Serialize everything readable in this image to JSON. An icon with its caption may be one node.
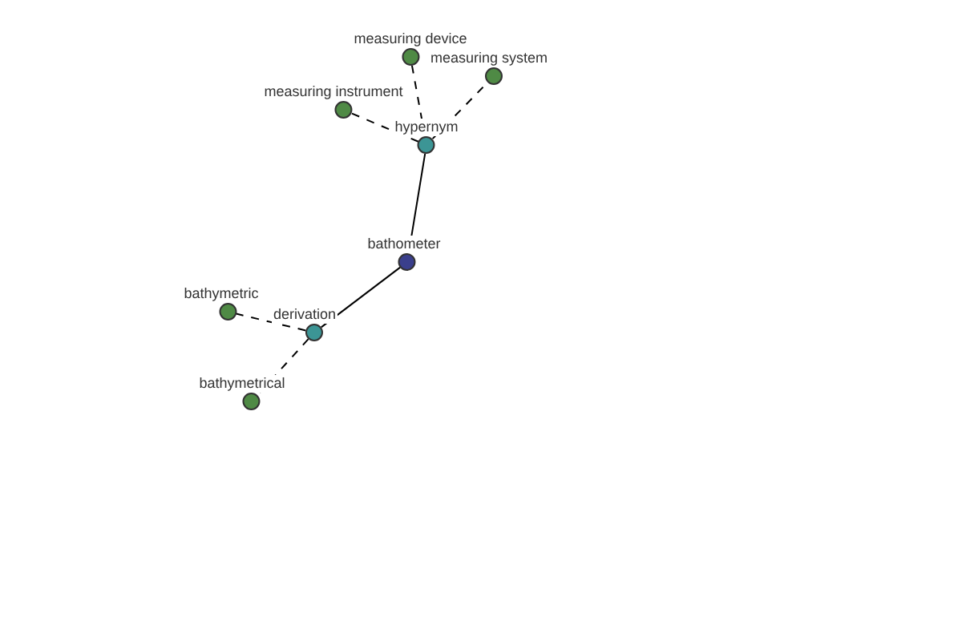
{
  "diagram": {
    "nodes": [
      {
        "text": [
          "measuring device"
        ]
      },
      {
        "text": [
          "measuring system"
        ]
      },
      {
        "text": [
          "measuring instrument"
        ]
      },
      {
        "text": [
          "hypernym"
        ]
      },
      {
        "text": [
          "bathometer"
        ]
      },
      {
        "text": [
          "bathymetric"
        ]
      },
      {
        "text": [
          "derivation"
        ]
      },
      {
        "text": [
          "bathymetrical"
        ]
      }
    ],
    "edges": [
      {
        "from": 4,
        "to": 3,
        "arrow": "none"
      },
      {
        "from": 3,
        "to": 0,
        "arrow": "none",
        "style": "dashed"
      },
      {
        "from": 3,
        "to": 1,
        "arrow": "none",
        "style": "dashed"
      },
      {
        "from": 3,
        "to": 2,
        "arrow": "none",
        "style": "dashed"
      },
      {
        "from": 4,
        "to": 6,
        "arrow": "none"
      },
      {
        "from": 6,
        "to": 5,
        "arrow": "none",
        "style": "dashed"
      },
      {
        "from": 6,
        "to": 7,
        "arrow": "none",
        "style": "dashed"
      }
    ]
  }
}
